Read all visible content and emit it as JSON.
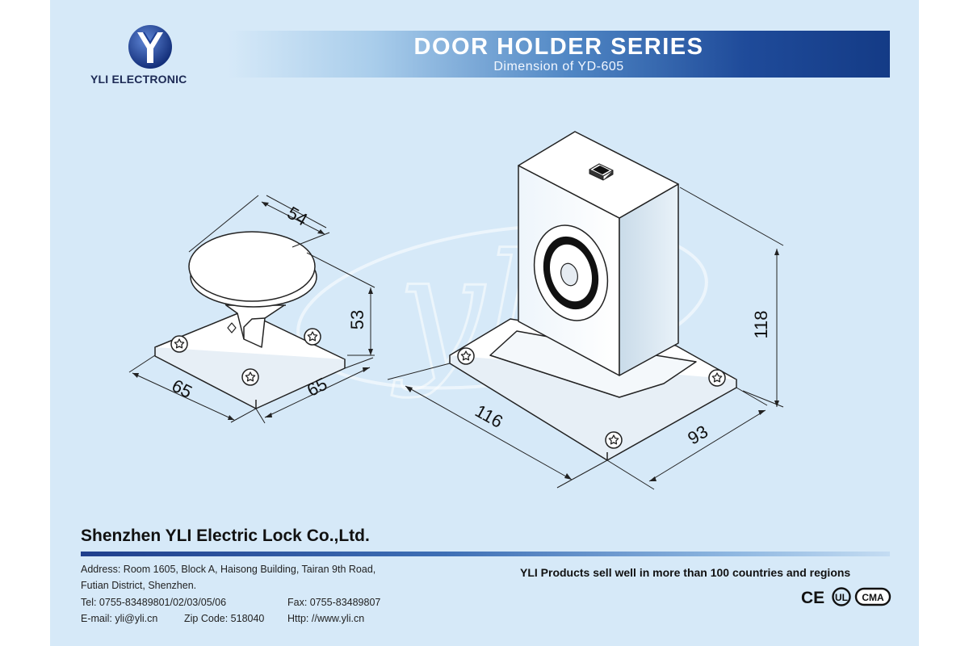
{
  "header": {
    "brand": "YLI ELECTRONIC",
    "title": "DOOR HOLDER SERIES",
    "subtitle": "Dimension of YD-605",
    "watermark": "yli"
  },
  "drawing": {
    "dimensions": {
      "plate_diameter": "54",
      "plate_height": "53",
      "plate_base_width": "65",
      "plate_base_depth": "65",
      "magnet_base_length": "116",
      "magnet_base_depth": "93",
      "magnet_height": "118"
    }
  },
  "footer": {
    "company": "Shenzhen YLI Electric Lock Co.,Ltd.",
    "address_line1": "Address: Room 1605, Block A, Haisong Building, Tairan 9th Road,",
    "address_line2": "Futian District, Shenzhen.",
    "tel": "Tel: 0755-83489801/02/03/05/06",
    "fax": "Fax: 0755-83489807",
    "email": "E-mail: yli@yli.cn",
    "zip": "Zip Code: 518040",
    "http": "Http: //www.yli.cn",
    "slogan": "YLI Products sell well in more than 100 countries and regions",
    "certifications": [
      "CE",
      "UL",
      "CMA"
    ]
  },
  "colors": {
    "background": "#d6e9f8",
    "banner_dark": "#143b86",
    "logo_blue": "#1e3f93"
  }
}
